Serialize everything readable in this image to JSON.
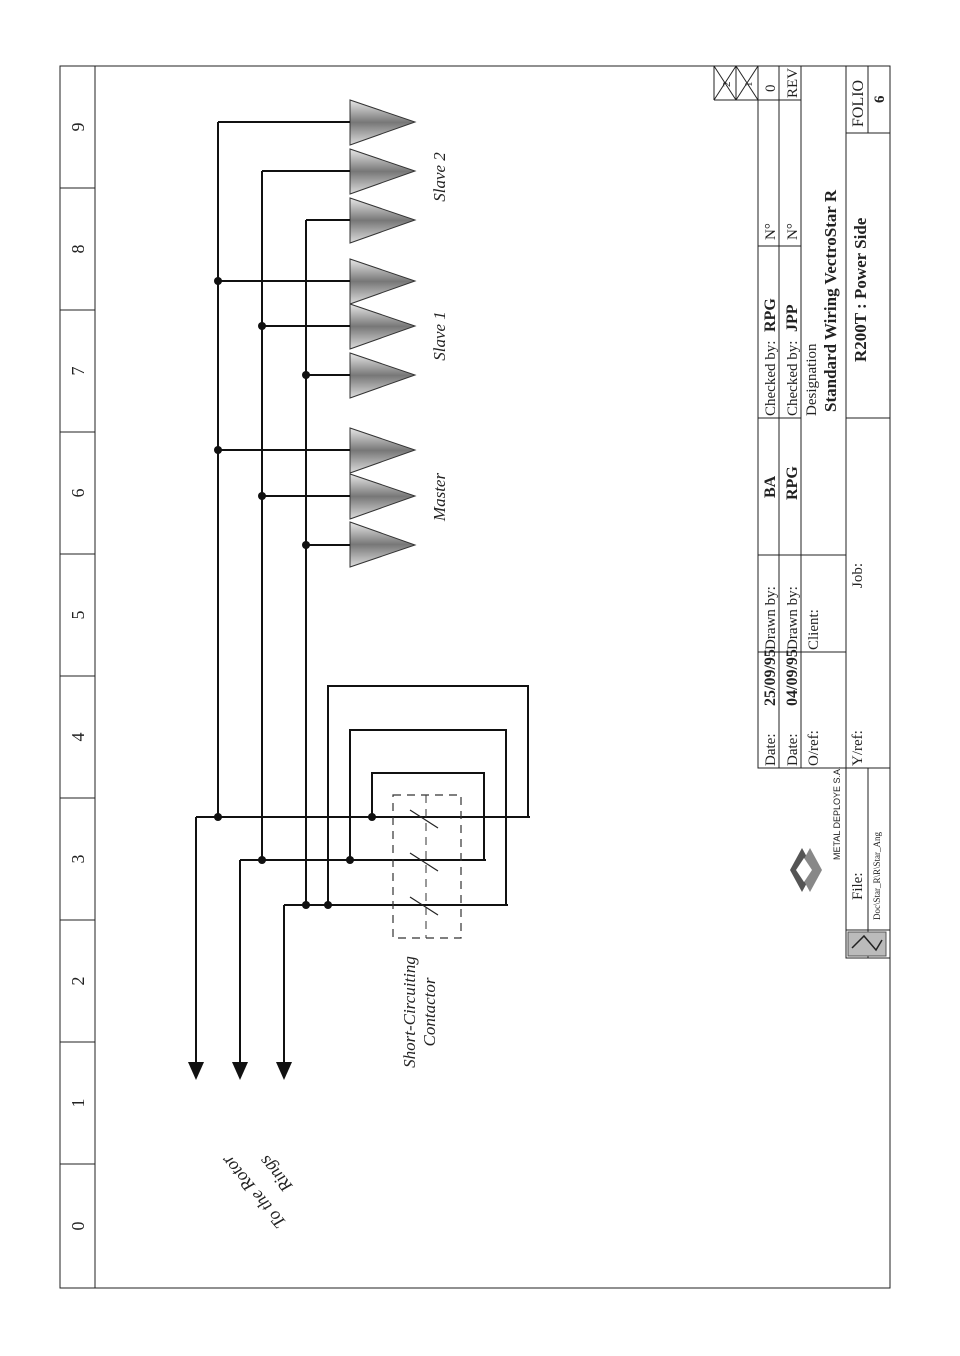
{
  "grid_labels": [
    "0",
    "1",
    "2",
    "3",
    "4",
    "5",
    "6",
    "7",
    "8",
    "9"
  ],
  "rotor_label": [
    "To the Rotor",
    "Rings"
  ],
  "contactor_label": [
    "Short-Circuiting",
    "Contactor"
  ],
  "group_labels": {
    "master": "Master",
    "slave1": "Slave 1",
    "slave2": "Slave 2"
  },
  "title_block": {
    "date1_label": "Date:",
    "date1": "25/09/95",
    "date2_label": "Date:",
    "date2": "04/09/95",
    "oref_label": "O/ref:",
    "yref_label": "Y/ref:",
    "drawn1_label": "Drawn by:",
    "drawn1": "BA",
    "drawn2_label": "Drawn by:",
    "drawn2": "RPG",
    "client_label": "Client:",
    "job_label": "Job:",
    "checked1_label": "Checked by:",
    "checked1": "RPG",
    "checked2_label": "Checked by:",
    "checked2": "JPP",
    "designation_label": "Designation",
    "designation_1": "Standard Wiring VectroStar R",
    "designation_2": "R200T : Power Side",
    "no1_label": "N°",
    "no2_label": "N°",
    "rev_0": "0",
    "rev_label": "REV",
    "rev_1": "1",
    "rev_2": "2",
    "folio_label": "FOLIO",
    "folio": "6",
    "company": "METAL DEPLOYE S.A.",
    "file_label": "File:",
    "file_path": "Doc\\Star_R\\R\\Star_Ang"
  }
}
